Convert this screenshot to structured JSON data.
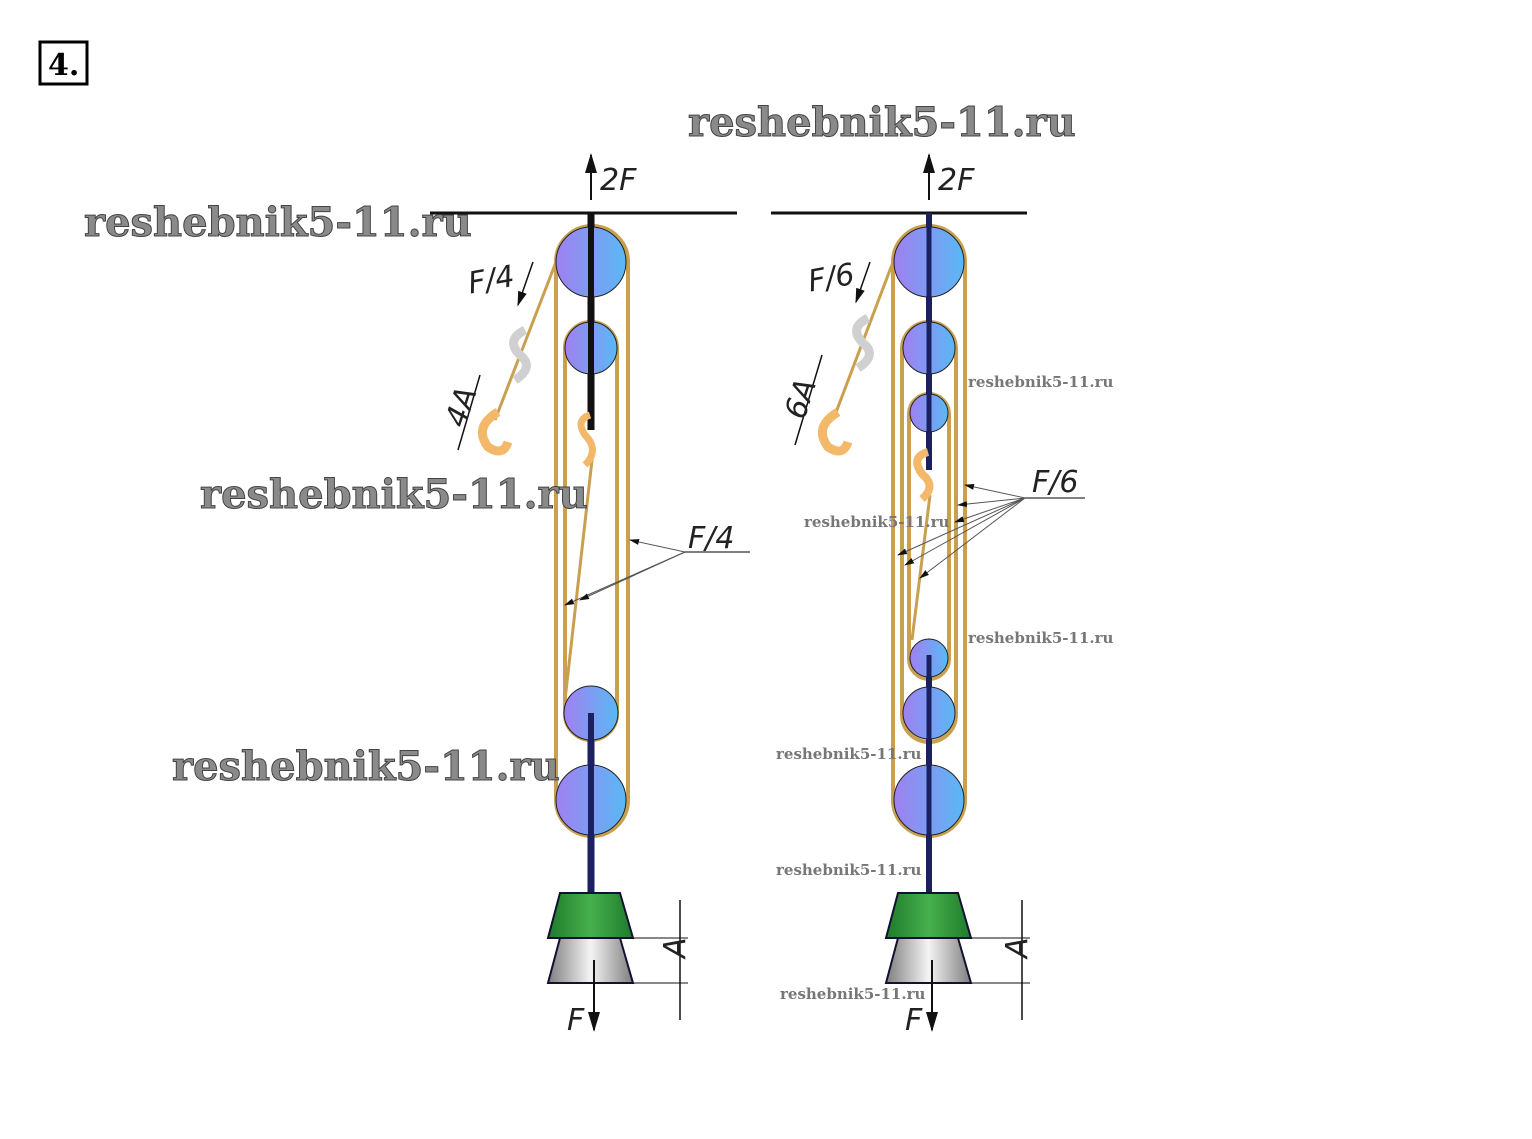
{
  "problem_number": "4.",
  "left": {
    "top_force": "2F",
    "pull_force": "F/4",
    "pull_distance": "4A",
    "rope_force": "F/4",
    "lift": "A",
    "load_force": "F"
  },
  "right": {
    "top_force": "2F",
    "pull_force": "F/6",
    "pull_distance": "6A",
    "rope_force": "F/6",
    "lift": "A",
    "load_force": "F"
  },
  "watermarks": [
    "reshebnik5-11.ru",
    "reshebnik5-11.ru",
    "reshebnik5-11.ru",
    "reshebnik5-11.ru",
    "reshebnik5-11.ru",
    "reshebnik5-11.ru",
    "reshebnik5-11.ru",
    "reshebnik5-11.ru",
    "reshebnik5-11.ru"
  ],
  "colors": {
    "pulley": "#8f8ff5",
    "rope": "#c8a050",
    "load_top": "#2f9a3a",
    "load_bottom": "#b0b0b0",
    "hook": "#f3b86a"
  }
}
